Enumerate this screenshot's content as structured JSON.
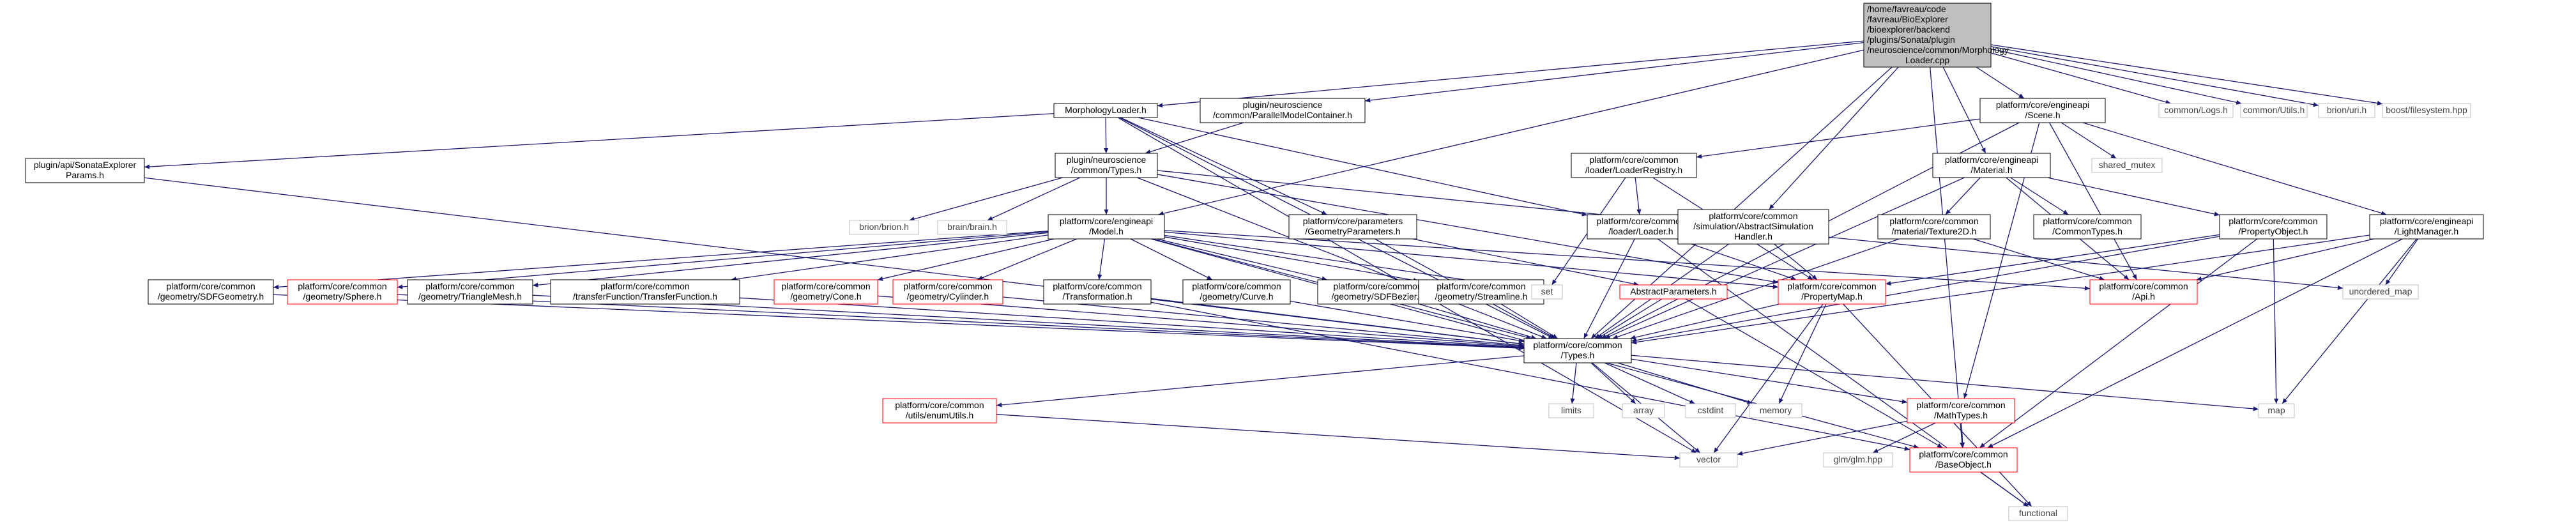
{
  "diagram": {
    "type": "include-dependency-graph",
    "nodes": [
      {
        "id": "root",
        "lines": [
          "/home/favreau/code",
          "/favreau/BioExplorer",
          "/bioexplorer/backend",
          "/plugins/Sonata/plugin",
          "/neuroscience/common/Morphology",
          "Loader.cpp"
        ],
        "style": "root"
      },
      {
        "id": "morphloader",
        "lines": [
          "MorphologyLoader.h"
        ],
        "style": "black"
      },
      {
        "id": "parallel",
        "lines": [
          "plugin/neuroscience",
          "/common/ParallelModelContainer.h"
        ],
        "style": "black"
      },
      {
        "id": "scene",
        "lines": [
          "platform/core/engineapi",
          "/Scene.h"
        ],
        "style": "black"
      },
      {
        "id": "logs",
        "lines": [
          "common/Logs.h"
        ],
        "style": "gray"
      },
      {
        "id": "utils",
        "lines": [
          "common/Utils.h"
        ],
        "style": "gray"
      },
      {
        "id": "brionuri",
        "lines": [
          "brion/uri.h"
        ],
        "style": "gray"
      },
      {
        "id": "filesystem",
        "lines": [
          "boost/filesystem.hpp"
        ],
        "style": "gray"
      },
      {
        "id": "sonataparams",
        "lines": [
          "plugin/api/SonataExplorer",
          "Params.h"
        ],
        "style": "black"
      },
      {
        "id": "nstypes",
        "lines": [
          "plugin/neuroscience",
          "/common/Types.h"
        ],
        "style": "black"
      },
      {
        "id": "loaderreg",
        "lines": [
          "platform/core/common",
          "/loader/LoaderRegistry.h"
        ],
        "style": "black"
      },
      {
        "id": "shared_mutex",
        "lines": [
          "shared_mutex"
        ],
        "style": "gray"
      },
      {
        "id": "material",
        "lines": [
          "platform/core/engineapi",
          "/Material.h"
        ],
        "style": "black"
      },
      {
        "id": "brionh",
        "lines": [
          "brion/brion.h"
        ],
        "style": "gray"
      },
      {
        "id": "brainh",
        "lines": [
          "brain/brain.h"
        ],
        "style": "gray"
      },
      {
        "id": "model",
        "lines": [
          "platform/core/engineapi",
          "/Model.h"
        ],
        "style": "black"
      },
      {
        "id": "geomparams",
        "lines": [
          "platform/core/parameters",
          "/GeometryParameters.h"
        ],
        "style": "black"
      },
      {
        "id": "loader",
        "lines": [
          "platform/core/common",
          "/loader/Loader.h"
        ],
        "style": "black"
      },
      {
        "id": "abstractsim",
        "lines": [
          "platform/core/common",
          "/simulation/AbstractSimulation",
          "Handler.h"
        ],
        "style": "black"
      },
      {
        "id": "texture2d",
        "lines": [
          "platform/core/common",
          "/material/Texture2D.h"
        ],
        "style": "black"
      },
      {
        "id": "commontypes",
        "lines": [
          "platform/core/common",
          "/CommonTypes.h"
        ],
        "style": "black"
      },
      {
        "id": "propobject",
        "lines": [
          "platform/core/common",
          "/PropertyObject.h"
        ],
        "style": "black"
      },
      {
        "id": "lightmgr",
        "lines": [
          "platform/core/engineapi",
          "/LightManager.h"
        ],
        "style": "black"
      },
      {
        "id": "sdfgeom",
        "lines": [
          "platform/core/common",
          "/geometry/SDFGeometry.h"
        ],
        "style": "black"
      },
      {
        "id": "sphere",
        "lines": [
          "platform/core/common",
          "/geometry/Sphere.h"
        ],
        "style": "red"
      },
      {
        "id": "trimesh",
        "lines": [
          "platform/core/common",
          "/geometry/TriangleMesh.h"
        ],
        "style": "black"
      },
      {
        "id": "transfer",
        "lines": [
          "platform/core/common",
          "/transferFunction/TransferFunction.h"
        ],
        "style": "black"
      },
      {
        "id": "cone",
        "lines": [
          "platform/core/common",
          "/geometry/Cone.h"
        ],
        "style": "red"
      },
      {
        "id": "cylinder",
        "lines": [
          "platform/core/common",
          "/geometry/Cylinder.h"
        ],
        "style": "red"
      },
      {
        "id": "transformation",
        "lines": [
          "platform/core/common",
          "/Transformation.h"
        ],
        "style": "black"
      },
      {
        "id": "curve",
        "lines": [
          "platform/core/common",
          "/geometry/Curve.h"
        ],
        "style": "black"
      },
      {
        "id": "sdfbezier",
        "lines": [
          "platform/core/common",
          "/geometry/SDFBezier.h"
        ],
        "style": "black"
      },
      {
        "id": "streamline",
        "lines": [
          "platform/core/common",
          "/geometry/Streamline.h"
        ],
        "style": "black"
      },
      {
        "id": "set",
        "lines": [
          "set"
        ],
        "style": "gray"
      },
      {
        "id": "abstractparams",
        "lines": [
          "AbstractParameters.h"
        ],
        "style": "red"
      },
      {
        "id": "propmap",
        "lines": [
          "platform/core/common",
          "/PropertyMap.h"
        ],
        "style": "red"
      },
      {
        "id": "api",
        "lines": [
          "platform/core/common",
          "/Api.h"
        ],
        "style": "red"
      },
      {
        "id": "unordered_map",
        "lines": [
          "unordered_map"
        ],
        "style": "gray"
      },
      {
        "id": "coretypes",
        "lines": [
          "platform/core/common",
          "/Types.h"
        ],
        "style": "black"
      },
      {
        "id": "enumutils",
        "lines": [
          "platform/core/common",
          "/utils/enumUtils.h"
        ],
        "style": "red"
      },
      {
        "id": "limits",
        "lines": [
          "limits"
        ],
        "style": "gray"
      },
      {
        "id": "array",
        "lines": [
          "array"
        ],
        "style": "gray"
      },
      {
        "id": "cstdint",
        "lines": [
          "cstdint"
        ],
        "style": "gray"
      },
      {
        "id": "memory",
        "lines": [
          "memory"
        ],
        "style": "gray"
      },
      {
        "id": "mathtypes",
        "lines": [
          "platform/core/common",
          "/MathTypes.h"
        ],
        "style": "red"
      },
      {
        "id": "map",
        "lines": [
          "map"
        ],
        "style": "gray"
      },
      {
        "id": "vector",
        "lines": [
          "vector"
        ],
        "style": "gray"
      },
      {
        "id": "glm",
        "lines": [
          "glm/glm.hpp"
        ],
        "style": "gray"
      },
      {
        "id": "baseobject",
        "lines": [
          "platform/core/common",
          "/BaseObject.h"
        ],
        "style": "red"
      },
      {
        "id": "functional",
        "lines": [
          "functional"
        ],
        "style": "gray"
      }
    ],
    "edges": [
      [
        "root",
        "morphloader"
      ],
      [
        "root",
        "parallel"
      ],
      [
        "root",
        "model"
      ],
      [
        "root",
        "scene"
      ],
      [
        "root",
        "logs"
      ],
      [
        "root",
        "utils"
      ],
      [
        "root",
        "brionuri"
      ],
      [
        "root",
        "filesystem"
      ],
      [
        "root",
        "abstractsim"
      ],
      [
        "root",
        "material"
      ],
      [
        "root",
        "coretypes"
      ],
      [
        "root",
        "baseobject"
      ],
      [
        "morphloader",
        "sonataparams"
      ],
      [
        "morphloader",
        "nstypes"
      ],
      [
        "morphloader",
        "geomparams"
      ],
      [
        "morphloader",
        "loader"
      ],
      [
        "morphloader",
        "coretypes"
      ],
      [
        "morphloader",
        "vector"
      ],
      [
        "parallel",
        "nstypes"
      ],
      [
        "sonataparams",
        "coretypes"
      ],
      [
        "nstypes",
        "brionh"
      ],
      [
        "nstypes",
        "brainh"
      ],
      [
        "nstypes",
        "model"
      ],
      [
        "nstypes",
        "coretypes"
      ],
      [
        "nstypes",
        "propmap"
      ],
      [
        "nstypes",
        "unordered_map"
      ],
      [
        "scene",
        "loaderreg"
      ],
      [
        "scene",
        "shared_mutex"
      ],
      [
        "scene",
        "lightmgr"
      ],
      [
        "scene",
        "api"
      ],
      [
        "scene",
        "coretypes"
      ],
      [
        "scene",
        "mathtypes"
      ],
      [
        "loaderreg",
        "loader"
      ],
      [
        "loaderreg",
        "set"
      ],
      [
        "loaderreg",
        "propmap"
      ],
      [
        "material",
        "texture2d"
      ],
      [
        "material",
        "commontypes"
      ],
      [
        "material",
        "propobject"
      ],
      [
        "material",
        "api"
      ],
      [
        "material",
        "coretypes"
      ],
      [
        "model",
        "sdfgeom"
      ],
      [
        "model",
        "sphere"
      ],
      [
        "model",
        "trimesh"
      ],
      [
        "model",
        "transfer"
      ],
      [
        "model",
        "cone"
      ],
      [
        "model",
        "cylinder"
      ],
      [
        "model",
        "transformation"
      ],
      [
        "model",
        "curve"
      ],
      [
        "model",
        "sdfbezier"
      ],
      [
        "model",
        "streamline"
      ],
      [
        "model",
        "set"
      ],
      [
        "model",
        "propmap"
      ],
      [
        "model",
        "api"
      ],
      [
        "model",
        "coretypes"
      ],
      [
        "model",
        "baseobject"
      ],
      [
        "geomparams",
        "abstractparams"
      ],
      [
        "geomparams",
        "coretypes"
      ],
      [
        "loader",
        "propmap"
      ],
      [
        "loader",
        "coretypes"
      ],
      [
        "loader",
        "functional"
      ],
      [
        "abstractsim",
        "propmap"
      ],
      [
        "abstractsim",
        "coretypes"
      ],
      [
        "texture2d",
        "api"
      ],
      [
        "texture2d",
        "coretypes"
      ],
      [
        "propobject",
        "propmap"
      ],
      [
        "propobject",
        "map"
      ],
      [
        "propobject",
        "baseobject"
      ],
      [
        "propobject",
        "coretypes"
      ],
      [
        "lightmgr",
        "api"
      ],
      [
        "lightmgr",
        "unordered_map"
      ],
      [
        "lightmgr",
        "map"
      ],
      [
        "lightmgr",
        "baseobject"
      ],
      [
        "lightmgr",
        "coretypes"
      ],
      [
        "sdfgeom",
        "coretypes"
      ],
      [
        "sphere",
        "coretypes"
      ],
      [
        "trimesh",
        "coretypes"
      ],
      [
        "transfer",
        "coretypes"
      ],
      [
        "cone",
        "coretypes"
      ],
      [
        "cylinder",
        "coretypes"
      ],
      [
        "transformation",
        "coretypes"
      ],
      [
        "transformation",
        "baseobject"
      ],
      [
        "curve",
        "coretypes"
      ],
      [
        "sdfbezier",
        "coretypes"
      ],
      [
        "streamline",
        "coretypes"
      ],
      [
        "abstractparams",
        "coretypes"
      ],
      [
        "abstractparams",
        "baseobject"
      ],
      [
        "propmap",
        "coretypes"
      ],
      [
        "propmap",
        "memory"
      ],
      [
        "propmap",
        "vector"
      ],
      [
        "propmap",
        "functional"
      ],
      [
        "coretypes",
        "enumutils"
      ],
      [
        "coretypes",
        "limits"
      ],
      [
        "coretypes",
        "array"
      ],
      [
        "coretypes",
        "cstdint"
      ],
      [
        "coretypes",
        "memory"
      ],
      [
        "coretypes",
        "mathtypes"
      ],
      [
        "coretypes",
        "map"
      ],
      [
        "coretypes",
        "vector"
      ],
      [
        "enumutils",
        "vector"
      ],
      [
        "mathtypes",
        "glm"
      ],
      [
        "mathtypes",
        "vector"
      ],
      [
        "mathtypes",
        "baseobject"
      ],
      [
        "baseobject",
        "functional"
      ]
    ],
    "colors": {
      "edge": "#191970",
      "root_fill": "#bfbfbf",
      "black_border": "#000000",
      "red_border": "#ff0000",
      "gray_border": "#bfbfbf",
      "node_fill": "#ffffff"
    }
  }
}
